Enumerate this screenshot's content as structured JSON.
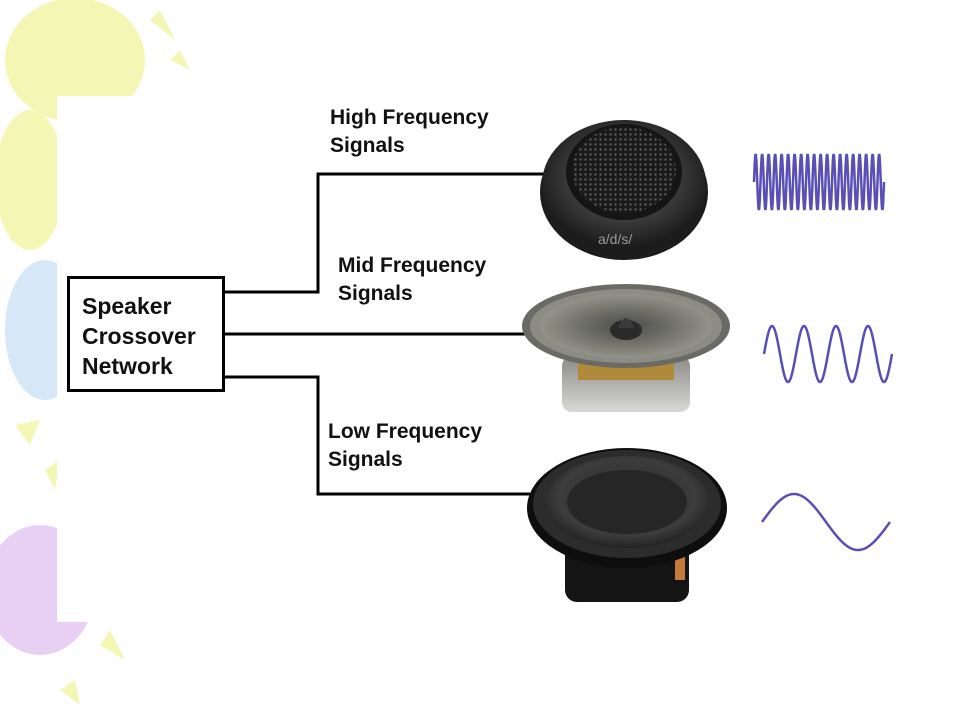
{
  "crossover": {
    "label": "Speaker\nCrossover\nNetwork"
  },
  "branches": [
    {
      "label": "High Frequency\nSignals",
      "driver": "tweeter",
      "wave_cycles": 20
    },
    {
      "label": "Mid Frequency\nSignals",
      "driver": "midrange",
      "wave_cycles": 4
    },
    {
      "label": "Low Frequency\nSignals",
      "driver": "woofer",
      "wave_cycles": 1
    }
  ],
  "tweeter_brand": "a/d/s/",
  "colors": {
    "wire": "#000000",
    "wave": "#5a4fb5",
    "balloon_yellow": "#f3f5a6",
    "balloon_blue": "#cfe3f7",
    "balloon_purple": "#e3c8f2"
  }
}
